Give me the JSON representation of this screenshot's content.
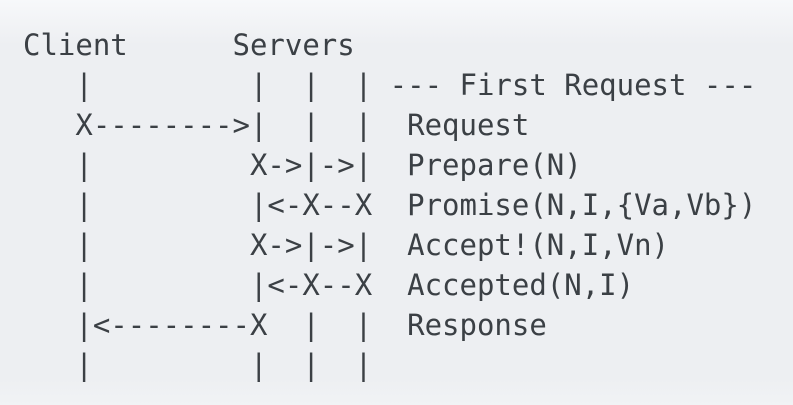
{
  "colors": {
    "background": "#edeff2",
    "text": "#3b4045"
  },
  "diagram": {
    "actors": {
      "client": "Client",
      "servers": "Servers"
    },
    "section_header": "--- First Request ---",
    "messages": [
      "Request",
      "Prepare(N)",
      "Promise(N,I,{Va,Vb})",
      "Accept!(N,I,Vn)",
      "Accepted(N,I)",
      "Response"
    ],
    "lines": [
      "Client      Servers",
      "   |         |  |  | --- First Request ---",
      "   X-------->|  |  |  Request",
      "   |         X->|->|  Prepare(N)",
      "   |         |<-X--X  Promise(N,I,{Va,Vb})",
      "   |         X->|->|  Accept!(N,I,Vn)",
      "   |         |<-X--X  Accepted(N,I)",
      "   |<--------X  |  |  Response",
      "   |         |  |  |"
    ]
  }
}
